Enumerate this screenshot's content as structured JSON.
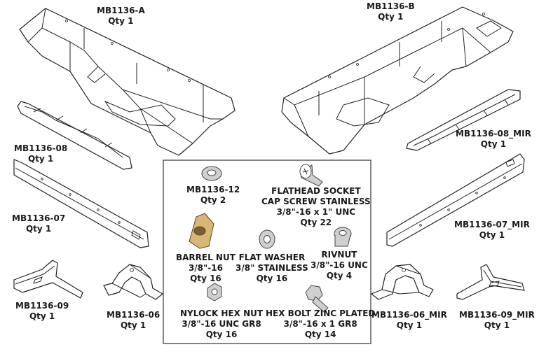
{
  "parts": {
    "mb1136_a": {
      "name": "MB1136-A",
      "qty": "Qty 1"
    },
    "mb1136_b": {
      "name": "MB1136-B",
      "qty": "Qty 1"
    },
    "mb1136_08": {
      "name": "MB1136-08",
      "qty": "Qty 1"
    },
    "mb1136_08_mir": {
      "name": "MB1136-08_MIR",
      "qty": "Qty 1"
    },
    "mb1136_07": {
      "name": "MB1136-07",
      "qty": "Qty 1"
    },
    "mb1136_07_mir": {
      "name": "MB1136-07_MIR",
      "qty": "Qty 1"
    },
    "mb1136_09": {
      "name": "MB1136-09",
      "qty": "Qty 1"
    },
    "mb1136_06": {
      "name": "MB1136-06",
      "qty": "Qty 1"
    },
    "mb1136_06_mir": {
      "name": "MB1136-06_MIR",
      "qty": "Qty 1"
    },
    "mb1136_09_mir": {
      "name": "MB1136-09_MIR",
      "qty": "Qty 1"
    }
  },
  "hardware": {
    "mb1136_12": {
      "name": "MB1136-12",
      "qty": "Qty 2"
    },
    "flathead": {
      "line1": "FLATHEAD SOCKET",
      "line2": "CAP SCREW STAINLESS",
      "line3": "3/8\"-16 x 1\" UNC",
      "qty": "Qty 22"
    },
    "barrel_nut": {
      "line1": "BARREL NUT",
      "line2": "3/8\"-16",
      "qty": "Qty 16"
    },
    "flat_washer": {
      "line1": "FLAT WASHER",
      "line2": "3/8\" STAINLESS",
      "qty": "Qty 16"
    },
    "rivnut": {
      "line1": "RIVNUT",
      "line2": "3/8\"-16 UNC",
      "qty": "Qty 4"
    },
    "nylock": {
      "line1": "NYLOCK HEX NUT",
      "line2": "3/8\"-16 UNC GR8",
      "qty": "Qty 16"
    },
    "hex_bolt": {
      "line1": "HEX BOLT ZINC PLATED",
      "line2": "3/8\"-16 x 1 GR8",
      "qty": "Qty 14"
    }
  }
}
